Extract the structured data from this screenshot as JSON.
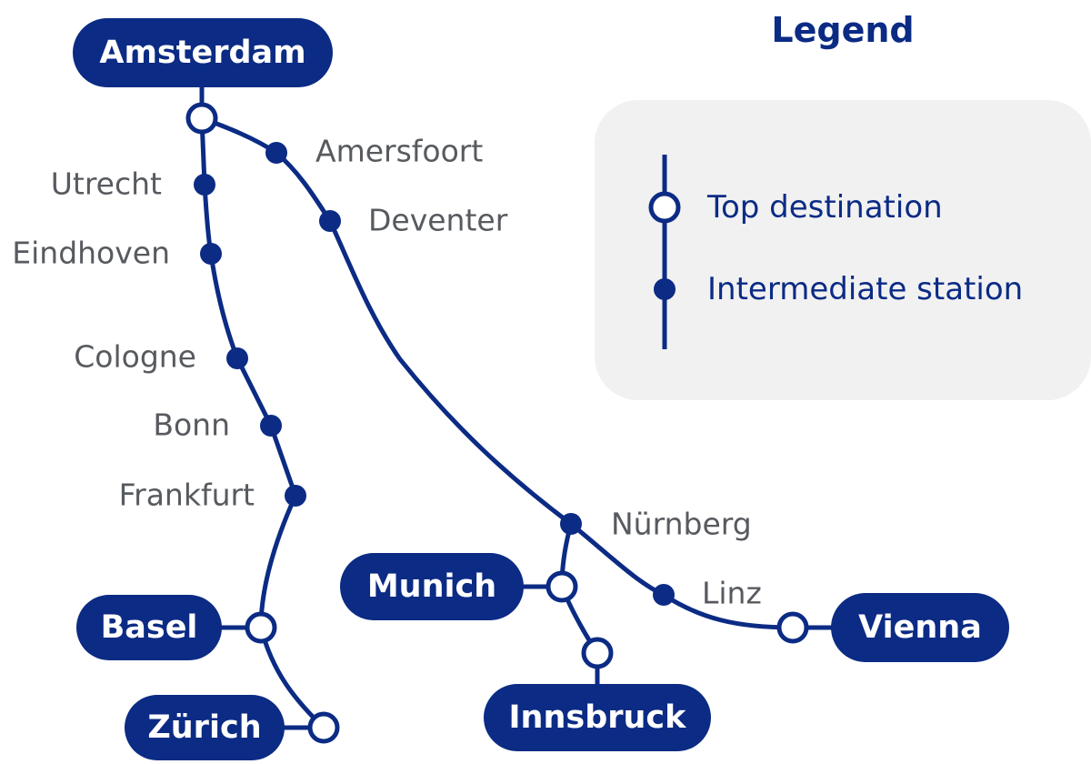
{
  "colors": {
    "line": "#0b2b84",
    "station_text": "#575a5f",
    "legend_background": "#f1f1f2",
    "pill_text": "#ffffff"
  },
  "destinations": {
    "amsterdam": "Amsterdam",
    "basel": "Basel",
    "zurich": "Zürich",
    "munich": "Munich",
    "innsbruck": "Innsbruck",
    "vienna": "Vienna"
  },
  "stations": {
    "utrecht": "Utrecht",
    "eindhoven": "Eindhoven",
    "cologne": "Cologne",
    "bonn": "Bonn",
    "frankfurt": "Frankfurt",
    "amersfoort": "Amersfoort",
    "deventer": "Deventer",
    "nurnberg": "Nürnberg",
    "linz": "Linz"
  },
  "legend": {
    "title": "Legend",
    "top_destination": "Top destination",
    "intermediate_station": "Intermediate station"
  }
}
